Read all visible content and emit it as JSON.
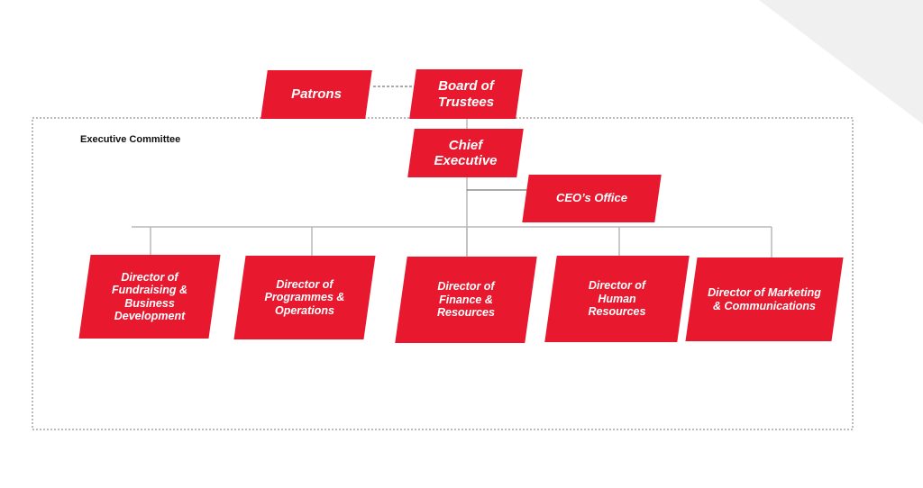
{
  "colors": {
    "box": "#e8192f",
    "connector": "#b8b8b8",
    "corner": "#f0f0f0",
    "frame": "#777777"
  },
  "patrons": "Patrons",
  "board": "Board of\nTrustees",
  "ceo": "Chief\nExecutive",
  "ceo_office": "CEO’s Office",
  "executive_committee": "Executive Committee",
  "directors": [
    "Director of\nFundraising &\nBusiness\nDevelopment",
    "Director of\nProgrammes &\nOperations",
    "Director of\nFinance &\nResources",
    "Director of\nHuman\nResources",
    "Director of Marketing\n& Communications"
  ]
}
